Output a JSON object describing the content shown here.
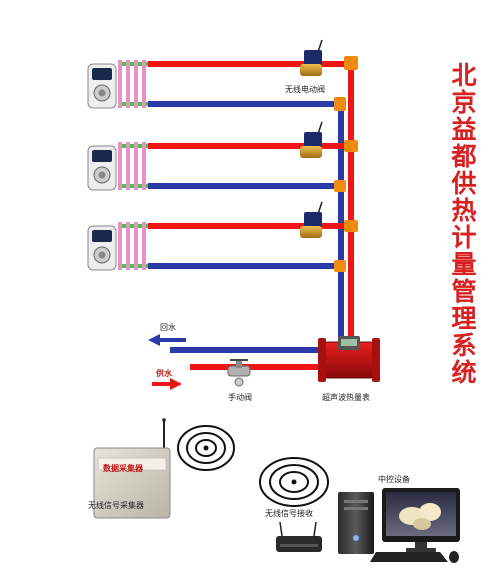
{
  "title": "北京益都供热计量管理系统",
  "labels": {
    "valve": "无线电动阀",
    "return_water": "回水",
    "supply_water": "供水",
    "manual_valve": "手动阀",
    "heat_meter": "超声波热量表",
    "collector": "无线信号采集器",
    "collector_panel": "数据采集器",
    "receiver": "无线信号接收",
    "center": "中控设备"
  },
  "colors": {
    "supply_pipe": "#f01414",
    "return_pipe": "#2a3aa8",
    "title": "#d92020",
    "radiator": "#e890c8",
    "radiator_accent": "#40c840",
    "fitting": "#f08a10"
  },
  "icons": [
    "thermostat-icon",
    "radiator-icon",
    "valve-icon",
    "heat-meter-icon",
    "manual-valve-icon",
    "collector-icon",
    "signal-icon",
    "router-icon",
    "computer-icon",
    "arrow-icon"
  ]
}
